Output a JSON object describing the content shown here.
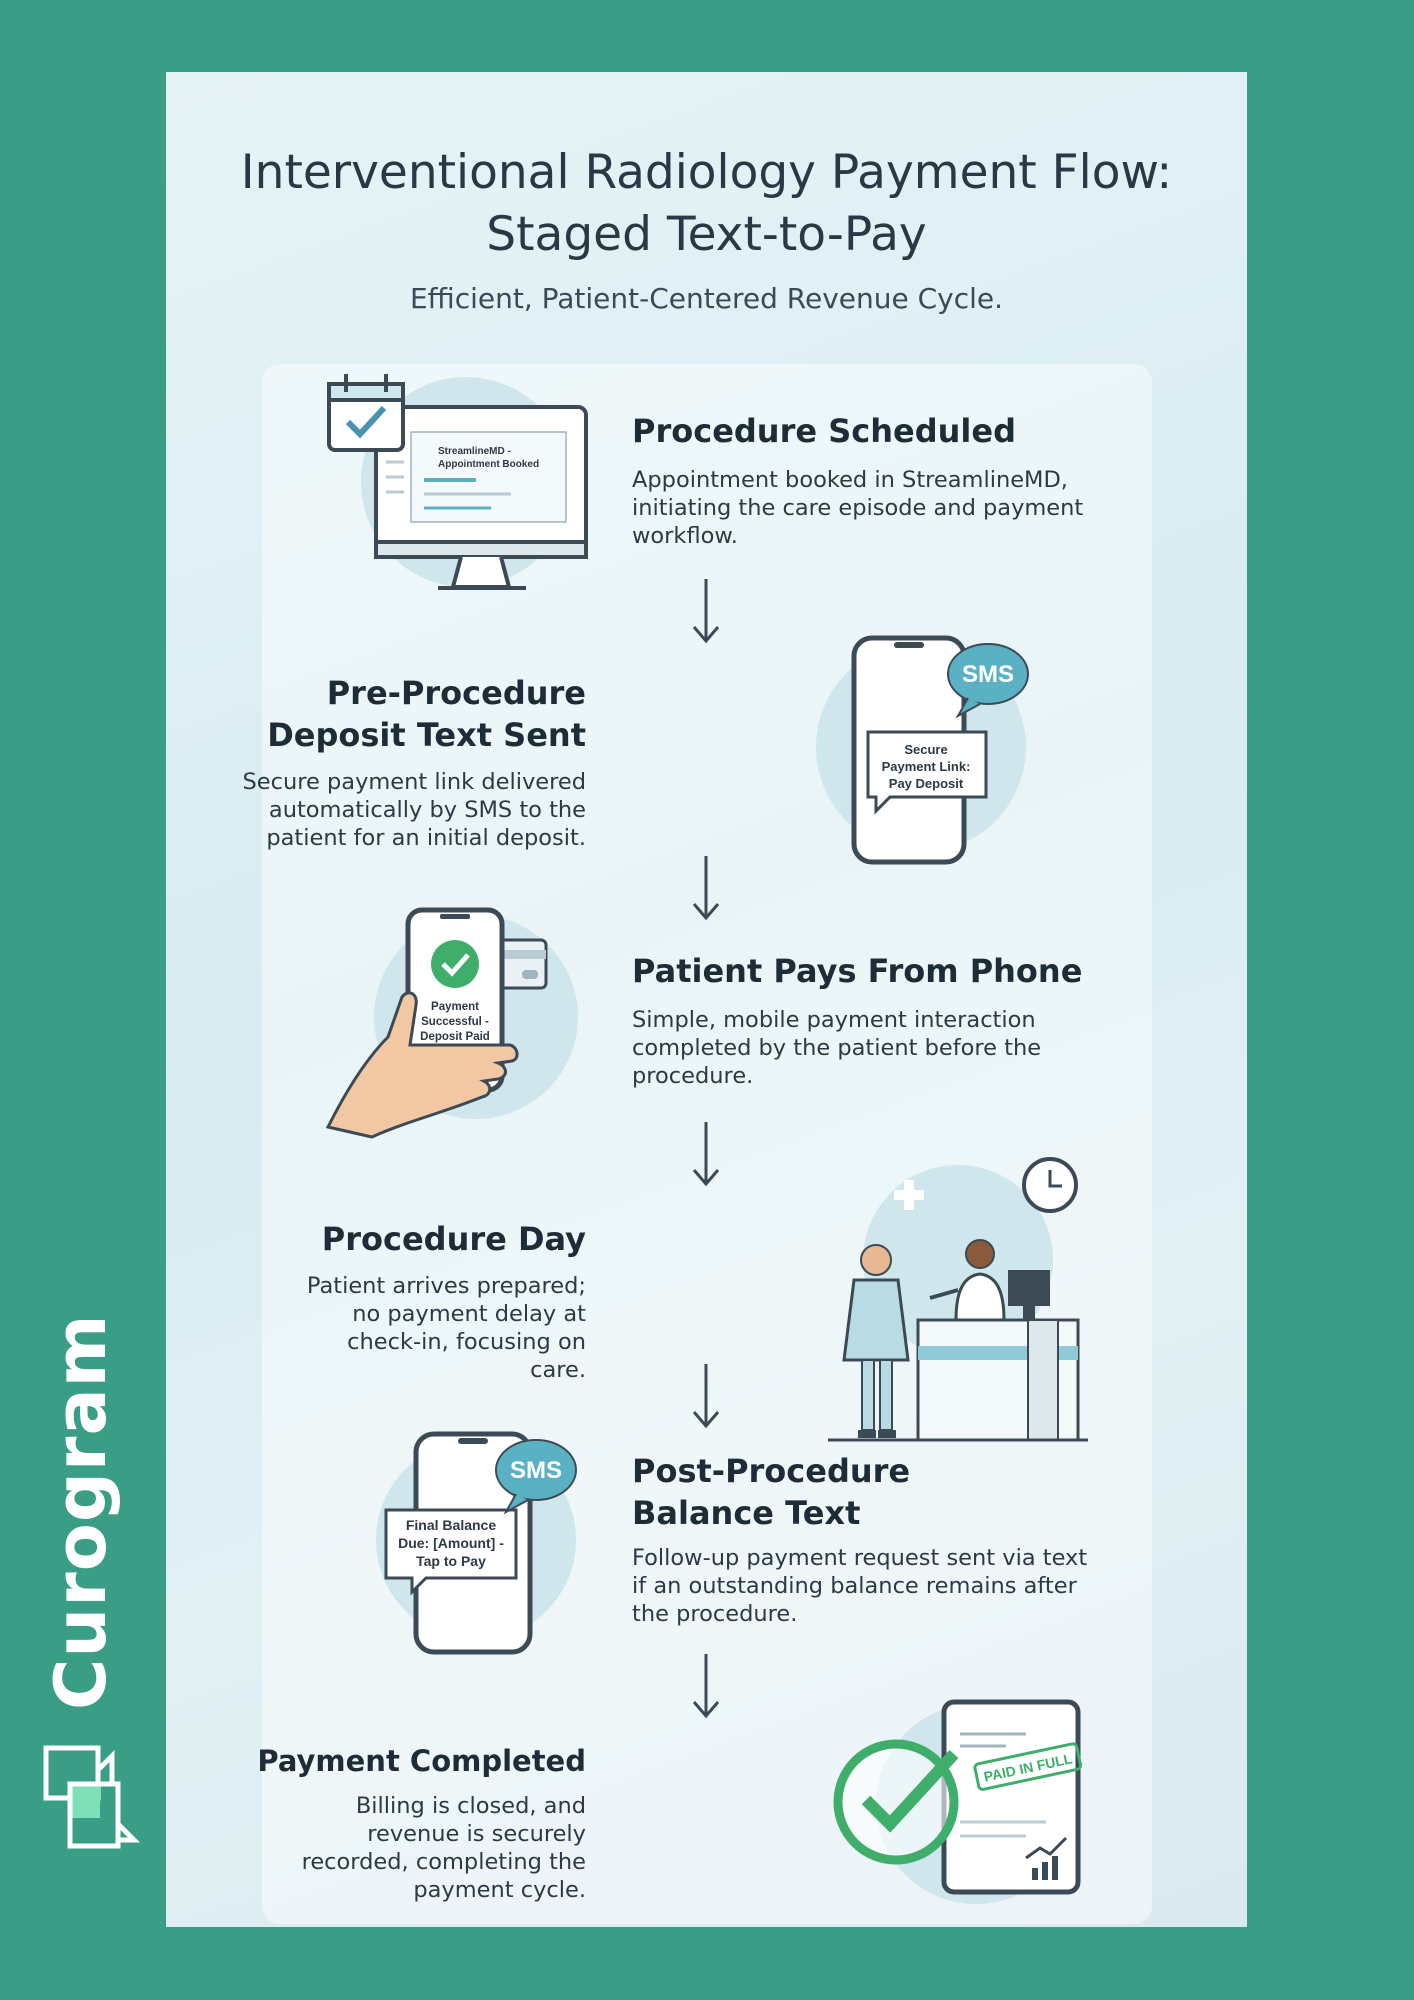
{
  "brand": {
    "name": "Curogram"
  },
  "title": "Interventional Radiology Payment Flow: Staged Text-to-Pay",
  "subtitle": "Efficient, Patient-Centered Revenue Cycle.",
  "steps": [
    {
      "title": "Procedure Scheduled",
      "description": "Appointment booked in StreamlineMD, initiating the care episode and payment workflow.",
      "screen_text": "StreamlineMD - Appointment Booked",
      "icons": [
        "calendar-check-icon",
        "desktop-monitor-icon"
      ]
    },
    {
      "title": "Pre-Procedure Deposit Text Sent",
      "description": "Secure payment link delivered automatically by SMS to the patient for an initial deposit.",
      "badge": "SMS",
      "screen_text": "Secure Payment Link: Pay Deposit",
      "icons": [
        "smartphone-icon",
        "sms-bubble-icon"
      ]
    },
    {
      "title": "Patient Pays From Phone",
      "description": "Simple, mobile payment interaction completed by the patient before the procedure.",
      "screen_text": "Payment Successful - Deposit Paid",
      "icons": [
        "hand-phone-icon",
        "credit-card-icon",
        "check-circle-icon"
      ]
    },
    {
      "title": "Procedure Day",
      "description": "Patient arrives prepared; no payment delay at check-in, focusing on care.",
      "icons": [
        "patient-icon",
        "doctor-icon",
        "clock-icon",
        "medical-cross-icon"
      ]
    },
    {
      "title": "Post-Procedure Balance Text",
      "description": "Follow-up payment request sent via text if an outstanding balance remains after the procedure.",
      "badge": "SMS",
      "screen_text": "Final Balance Due: [Amount] - Tap to Pay",
      "icons": [
        "smartphone-icon",
        "sms-bubble-icon"
      ]
    },
    {
      "title": "Payment Completed",
      "description": "Billing is closed, and revenue is securely recorded, completing the payment cycle.",
      "stamp": "PAID IN FULL",
      "icons": [
        "check-circle-icon",
        "tablet-icon",
        "growth-chart-icon"
      ]
    }
  ],
  "colors": {
    "background": "#3a9e86",
    "accent": "#5bb1c4",
    "success": "#3fae6a",
    "text": "#1e2c38"
  }
}
